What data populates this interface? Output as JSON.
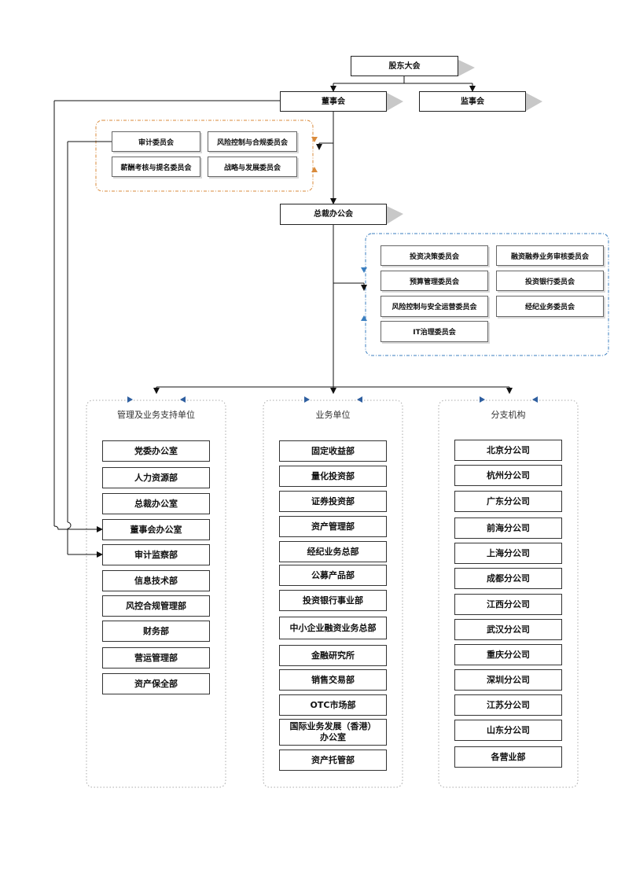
{
  "top": {
    "shareholders": "股东大会",
    "board": "董事会",
    "supervisors": "监事会",
    "president_office": "总裁办公会"
  },
  "board_committees": [
    "审计委员会",
    "风险控制与合规委员会",
    "薪酬考核与提名委员会",
    "战略与发展委员会"
  ],
  "president_committees": [
    "投资决策委员会",
    "融资融券业务审核委员会",
    "预算管理委员会",
    "投资银行委员会",
    "风险控制与安全运营委员会",
    "经纪业务委员会",
    "IT治理委员会"
  ],
  "groups": [
    {
      "title": "管理及业务支持单位",
      "items": [
        "党委办公室",
        "人力资源部",
        "总裁办公室",
        "董事会办公室",
        "审计监察部",
        "信息技术部",
        "风控合规管理部",
        "财务部",
        "营运管理部",
        "资产保全部"
      ]
    },
    {
      "title": "业务单位",
      "items": [
        "固定收益部",
        "量化投资部",
        "证券投资部",
        "资产管理部",
        "经纪业务总部",
        "公募产品部",
        "投资银行事业部",
        "中小企业融资业务总部",
        "金融研究所",
        "销售交易部",
        "OTC市场部",
        "国际业务发展（香港）办公室",
        "资产托管部"
      ]
    },
    {
      "title": "分支机构",
      "items": [
        "北京分公司",
        "杭州分公司",
        "广东分公司",
        "前海分公司",
        "上海分公司",
        "成都分公司",
        "江西分公司",
        "武汉分公司",
        "重庆分公司",
        "深圳分公司",
        "江苏分公司",
        "山东分公司",
        "各营业部"
      ]
    }
  ],
  "colors": {
    "board_frame": "#d98a3a",
    "president_frame": "#3a7ebf",
    "group_frame": "#a9a9a9",
    "shadow": "#b8b8b8"
  }
}
